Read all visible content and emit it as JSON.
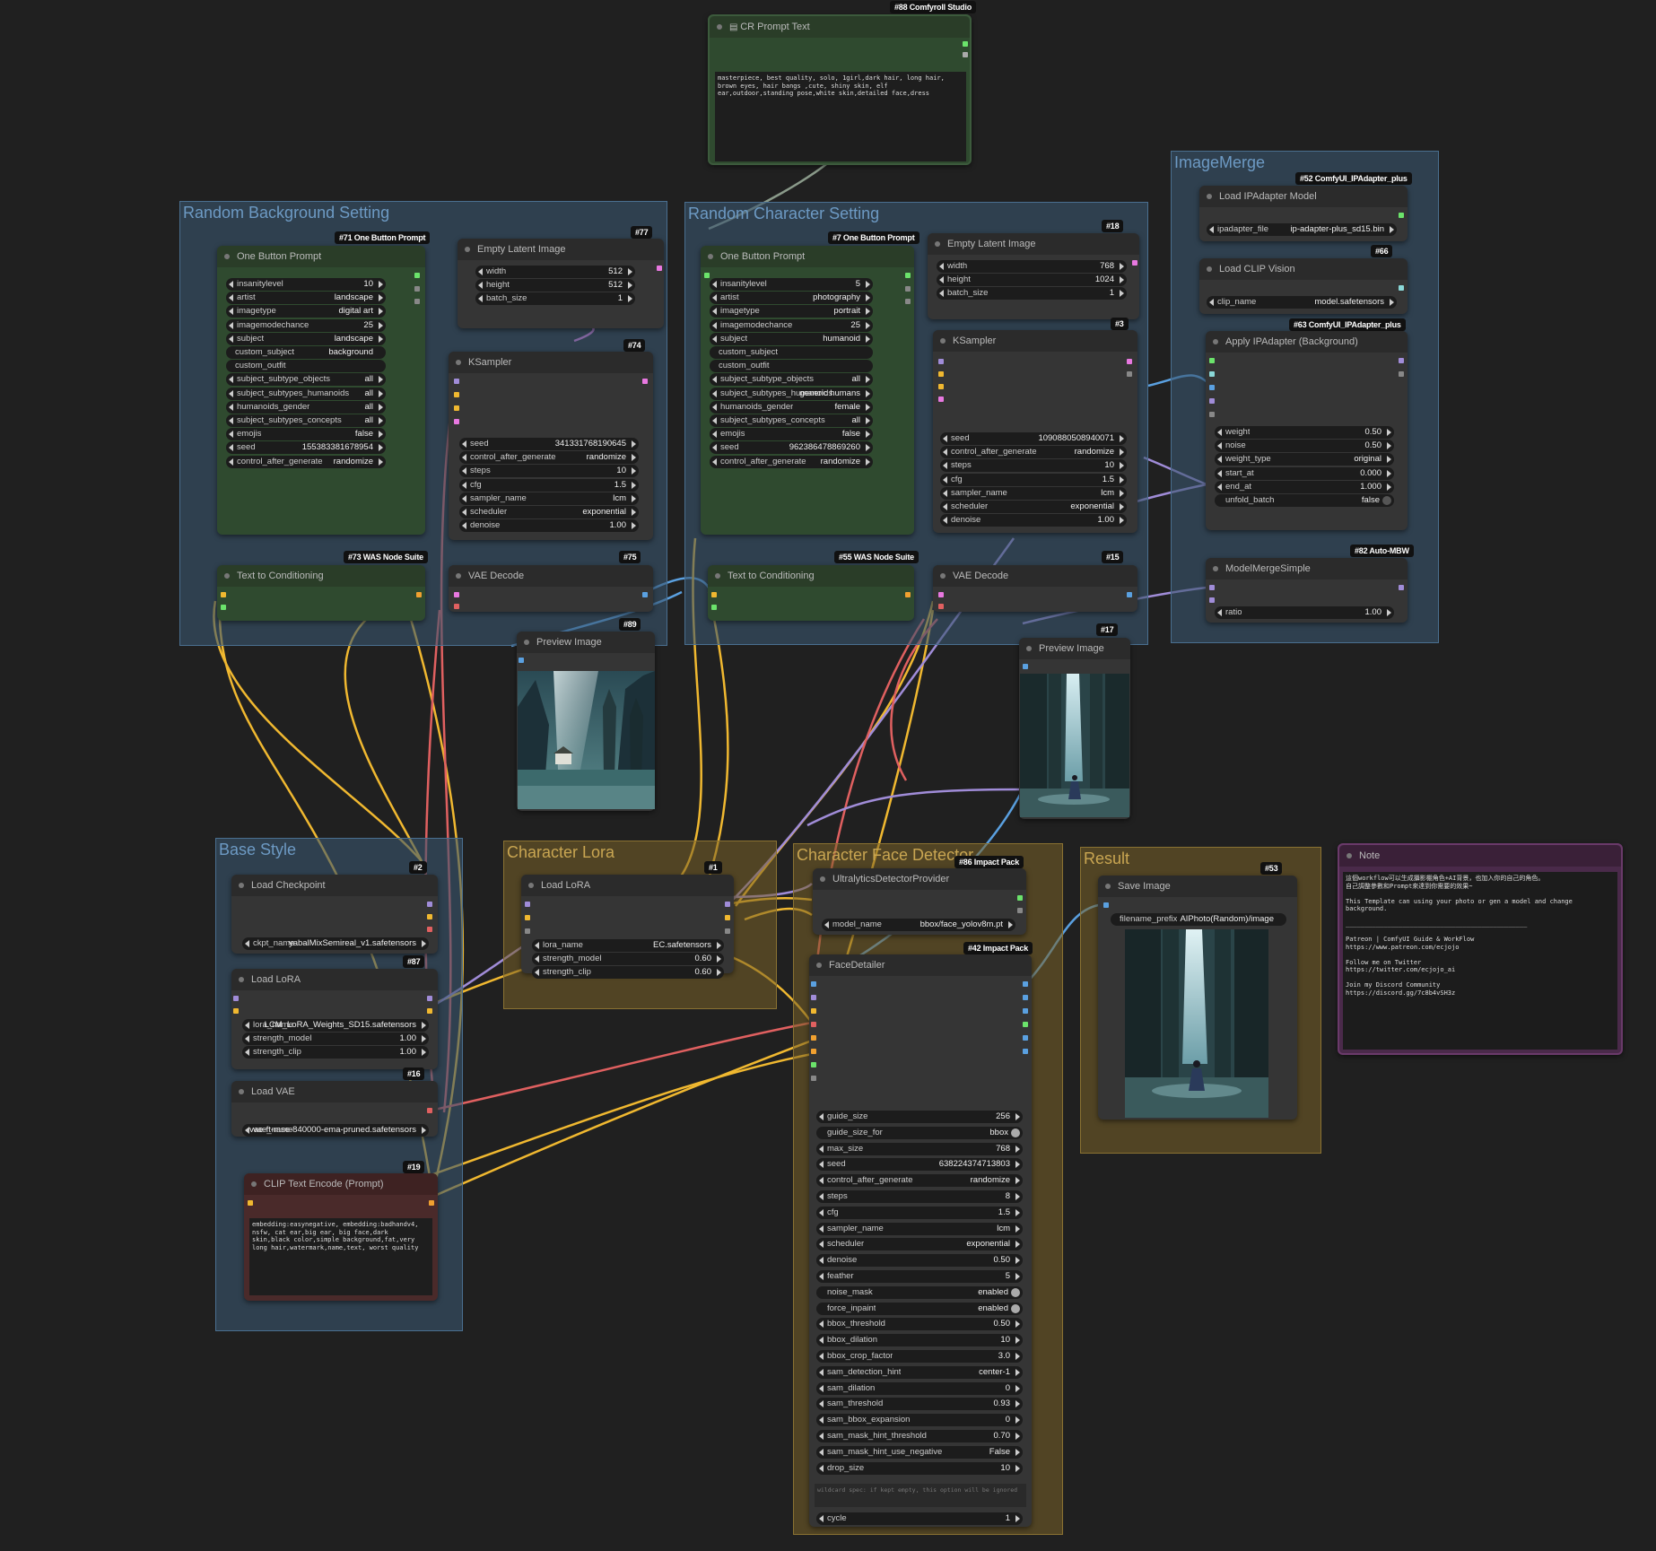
{
  "groups": {
    "random_background": "Random Background Setting",
    "random_character": "Random Character Setting",
    "imagemerge": "ImageMerge",
    "base_style": "Base Style",
    "character_lora": "Character Lora",
    "character_face_detector": "Character Face Detector",
    "result": "Result"
  },
  "nodes": {
    "cr_prompt": {
      "badge": "#88 Comfyroll Studio",
      "title": "CR Prompt Text",
      "text": "masterpiece, best quality, solo, 1girl,dark hair, long hair, brown eyes, hair bangs ,cute, shiny skin, elf ear,outdoor,standing pose,white skin,detailed face,dress"
    },
    "obp_bg": {
      "badge": "#71 One Button Prompt",
      "title": "One Button Prompt",
      "widgets": [
        {
          "label": "insanitylevel",
          "value": "10"
        },
        {
          "label": "artist",
          "value": "landscape"
        },
        {
          "label": "imagetype",
          "value": "digital art"
        },
        {
          "label": "imagemodechance",
          "value": "25"
        },
        {
          "label": "subject",
          "value": "landscape"
        },
        {
          "label": "custom_subject",
          "value": "background"
        },
        {
          "label": "custom_outfit",
          "value": ""
        },
        {
          "label": "subject_subtype_objects",
          "value": "all"
        },
        {
          "label": "subject_subtypes_humanoids",
          "value": "all"
        },
        {
          "label": "humanoids_gender",
          "value": "all"
        },
        {
          "label": "subject_subtypes_concepts",
          "value": "all"
        },
        {
          "label": "emojis",
          "value": "false"
        },
        {
          "label": "seed",
          "value": "155383381678954"
        },
        {
          "label": "control_after_generate",
          "value": "randomize"
        }
      ]
    },
    "latent_bg": {
      "badge": "#77",
      "title": "Empty Latent Image",
      "widgets": [
        {
          "label": "width",
          "value": "512"
        },
        {
          "label": "height",
          "value": "512"
        },
        {
          "label": "batch_size",
          "value": "1"
        }
      ]
    },
    "ksampler_bg": {
      "badge": "#74",
      "title": "KSampler",
      "widgets": [
        {
          "label": "seed",
          "value": "341331768190645"
        },
        {
          "label": "control_after_generate",
          "value": "randomize"
        },
        {
          "label": "steps",
          "value": "10"
        },
        {
          "label": "cfg",
          "value": "1.5"
        },
        {
          "label": "sampler_name",
          "value": "lcm"
        },
        {
          "label": "scheduler",
          "value": "exponential"
        },
        {
          "label": "denoise",
          "value": "1.00"
        }
      ]
    },
    "ttc_bg": {
      "badge": "#73 WAS Node Suite",
      "title": "Text to Conditioning"
    },
    "vae_bg": {
      "badge": "#75",
      "title": "VAE Decode"
    },
    "preview_bg": {
      "badge": "#89",
      "title": "Preview Image"
    },
    "obp_ch": {
      "badge": "#7 One Button Prompt",
      "title": "One Button Prompt",
      "widgets": [
        {
          "label": "insanitylevel",
          "value": "5"
        },
        {
          "label": "artist",
          "value": "photography"
        },
        {
          "label": "imagetype",
          "value": "portrait"
        },
        {
          "label": "imagemodechance",
          "value": "25"
        },
        {
          "label": "subject",
          "value": "humanoid"
        },
        {
          "label": "custom_subject",
          "value": ""
        },
        {
          "label": "custom_outfit",
          "value": ""
        },
        {
          "label": "subject_subtype_objects",
          "value": "all"
        },
        {
          "label": "subject_subtypes_humanoids",
          "value": "generic humans"
        },
        {
          "label": "humanoids_gender",
          "value": "female"
        },
        {
          "label": "subject_subtypes_concepts",
          "value": "all"
        },
        {
          "label": "emojis",
          "value": "false"
        },
        {
          "label": "seed",
          "value": "962386478869260"
        },
        {
          "label": "control_after_generate",
          "value": "randomize"
        }
      ]
    },
    "latent_ch": {
      "badge": "#18",
      "title": "Empty Latent Image",
      "widgets": [
        {
          "label": "width",
          "value": "768"
        },
        {
          "label": "height",
          "value": "1024"
        },
        {
          "label": "batch_size",
          "value": "1"
        }
      ]
    },
    "ksampler_ch": {
      "badge": "#3",
      "title": "KSampler",
      "widgets": [
        {
          "label": "seed",
          "value": "1090880508940071"
        },
        {
          "label": "control_after_generate",
          "value": "randomize"
        },
        {
          "label": "steps",
          "value": "10"
        },
        {
          "label": "cfg",
          "value": "1.5"
        },
        {
          "label": "sampler_name",
          "value": "lcm"
        },
        {
          "label": "scheduler",
          "value": "exponential"
        },
        {
          "label": "denoise",
          "value": "1.00"
        }
      ]
    },
    "ttc_ch": {
      "badge": "#55 WAS Node Suite",
      "title": "Text to Conditioning"
    },
    "vae_ch": {
      "badge": "#15",
      "title": "VAE Decode"
    },
    "preview_ch": {
      "badge": "#17",
      "title": "Preview Image"
    },
    "ipa_model": {
      "badge": "#52 ComfyUI_IPAdapter_plus",
      "title": "Load IPAdapter Model",
      "widgets": [
        {
          "label": "ipadapter_file",
          "value": "ip-adapter-plus_sd15.bin"
        }
      ]
    },
    "clip_vision": {
      "badge": "#66",
      "title": "Load CLIP Vision",
      "widgets": [
        {
          "label": "clip_name",
          "value": "model.safetensors"
        }
      ]
    },
    "apply_ipa": {
      "badge": "#63 ComfyUI_IPAdapter_plus",
      "title": "Apply IPAdapter (Background)",
      "widgets": [
        {
          "label": "weight",
          "value": "0.50"
        },
        {
          "label": "noise",
          "value": "0.50"
        },
        {
          "label": "weight_type",
          "value": "original"
        },
        {
          "label": "start_at",
          "value": "0.000"
        },
        {
          "label": "end_at",
          "value": "1.000"
        },
        {
          "label": "unfold_batch",
          "value": "false"
        }
      ]
    },
    "model_merge": {
      "badge": "#82 Auto-MBW",
      "title": "ModelMergeSimple",
      "widgets": [
        {
          "label": "ratio",
          "value": "1.00"
        }
      ]
    },
    "load_ckpt": {
      "badge": "#2",
      "title": "Load Checkpoint",
      "widgets": [
        {
          "label": "ckpt_name",
          "value": "yabalMixSemireal_v1.safetensors"
        }
      ]
    },
    "load_lora_base": {
      "badge": "#87",
      "title": "Load LoRA",
      "widgets": [
        {
          "label": "lora_name",
          "value": "LCM_LoRA_Weights_SD15.safetensors"
        },
        {
          "label": "strength_model",
          "value": "1.00"
        },
        {
          "label": "strength_clip",
          "value": "1.00"
        }
      ]
    },
    "load_vae": {
      "badge": "#16",
      "title": "Load VAE",
      "widgets": [
        {
          "label": "vae_name",
          "value": "vae-ft-mse-840000-ema-pruned.safetensors"
        }
      ]
    },
    "clip_text": {
      "badge": "#19",
      "title": "CLIP Text Encode (Prompt)",
      "text": "embedding:easynegative, embedding:badhandv4, nsfw, cat ear,big ear, big face,dark skin,black color,simple background,fat,very long hair,watermark,name,text, worst quality"
    },
    "load_lora_char": {
      "badge": "#1",
      "title": "Load LoRA",
      "widgets": [
        {
          "label": "lora_name",
          "value": "EC.safetensors"
        },
        {
          "label": "strength_model",
          "value": "0.60"
        },
        {
          "label": "strength_clip",
          "value": "0.60"
        }
      ]
    },
    "ultralytics": {
      "badge": "#86 Impact Pack",
      "title": "UltralyticsDetectorProvider",
      "widgets": [
        {
          "label": "model_name",
          "value": "bbox/face_yolov8m.pt"
        }
      ]
    },
    "face_detailer": {
      "badge": "#42 Impact Pack",
      "title": "FaceDetailer",
      "widgets": [
        {
          "label": "guide_size",
          "value": "256"
        },
        {
          "label": "guide_size_for",
          "value": "bbox"
        },
        {
          "label": "max_size",
          "value": "768"
        },
        {
          "label": "seed",
          "value": "638224374713803"
        },
        {
          "label": "control_after_generate",
          "value": "randomize"
        },
        {
          "label": "steps",
          "value": "8"
        },
        {
          "label": "cfg",
          "value": "1.5"
        },
        {
          "label": "sampler_name",
          "value": "lcm"
        },
        {
          "label": "scheduler",
          "value": "exponential"
        },
        {
          "label": "denoise",
          "value": "0.50"
        },
        {
          "label": "feather",
          "value": "5"
        },
        {
          "label": "noise_mask",
          "value": "enabled"
        },
        {
          "label": "force_inpaint",
          "value": "enabled"
        },
        {
          "label": "bbox_threshold",
          "value": "0.50"
        },
        {
          "label": "bbox_dilation",
          "value": "10"
        },
        {
          "label": "bbox_crop_factor",
          "value": "3.0"
        },
        {
          "label": "sam_detection_hint",
          "value": "center-1"
        },
        {
          "label": "sam_dilation",
          "value": "0"
        },
        {
          "label": "sam_threshold",
          "value": "0.93"
        },
        {
          "label": "sam_bbox_expansion",
          "value": "0"
        },
        {
          "label": "sam_mask_hint_threshold",
          "value": "0.70"
        },
        {
          "label": "sam_mask_hint_use_negative",
          "value": "False"
        },
        {
          "label": "drop_size",
          "value": "10"
        }
      ],
      "wildcard_placeholder": "wildcard spec: if kept empty, this option will be ignored",
      "cycle_label": "cycle",
      "cycle_value": "1"
    },
    "save_image": {
      "badge": "#53",
      "title": "Save Image",
      "widgets": [
        {
          "label": "filename_prefix",
          "value": "AIPhoto(Random)/image"
        }
      ]
    },
    "note": {
      "title": "Note",
      "text": "這個workflow可以生成攝影棚角色+AI背景，也加入你的自己的角色。\n自己調整參數和Prompt來達到你需要的效果~\n\nThis Template can using your photo or gen a model and change background.\n\n________________________________________________\n\nPatreon | ComfyUI Guide & WorkFlow\nhttps://www.patreon.com/ecjojo\n\nFollow me on Twitter\nhttps://twitter.com/ecjojo_ai\n\nJoin my Discord Community\nhttps://discord.gg/7c8b4vSH3z"
    }
  },
  "colors": {
    "link_yellow": "#f0b830",
    "link_red": "#e06060",
    "link_purple": "#a08cd8",
    "link_blue": "#5aa0e0",
    "link_gray": "#8a9a8a",
    "link_pink": "#e878e0"
  }
}
